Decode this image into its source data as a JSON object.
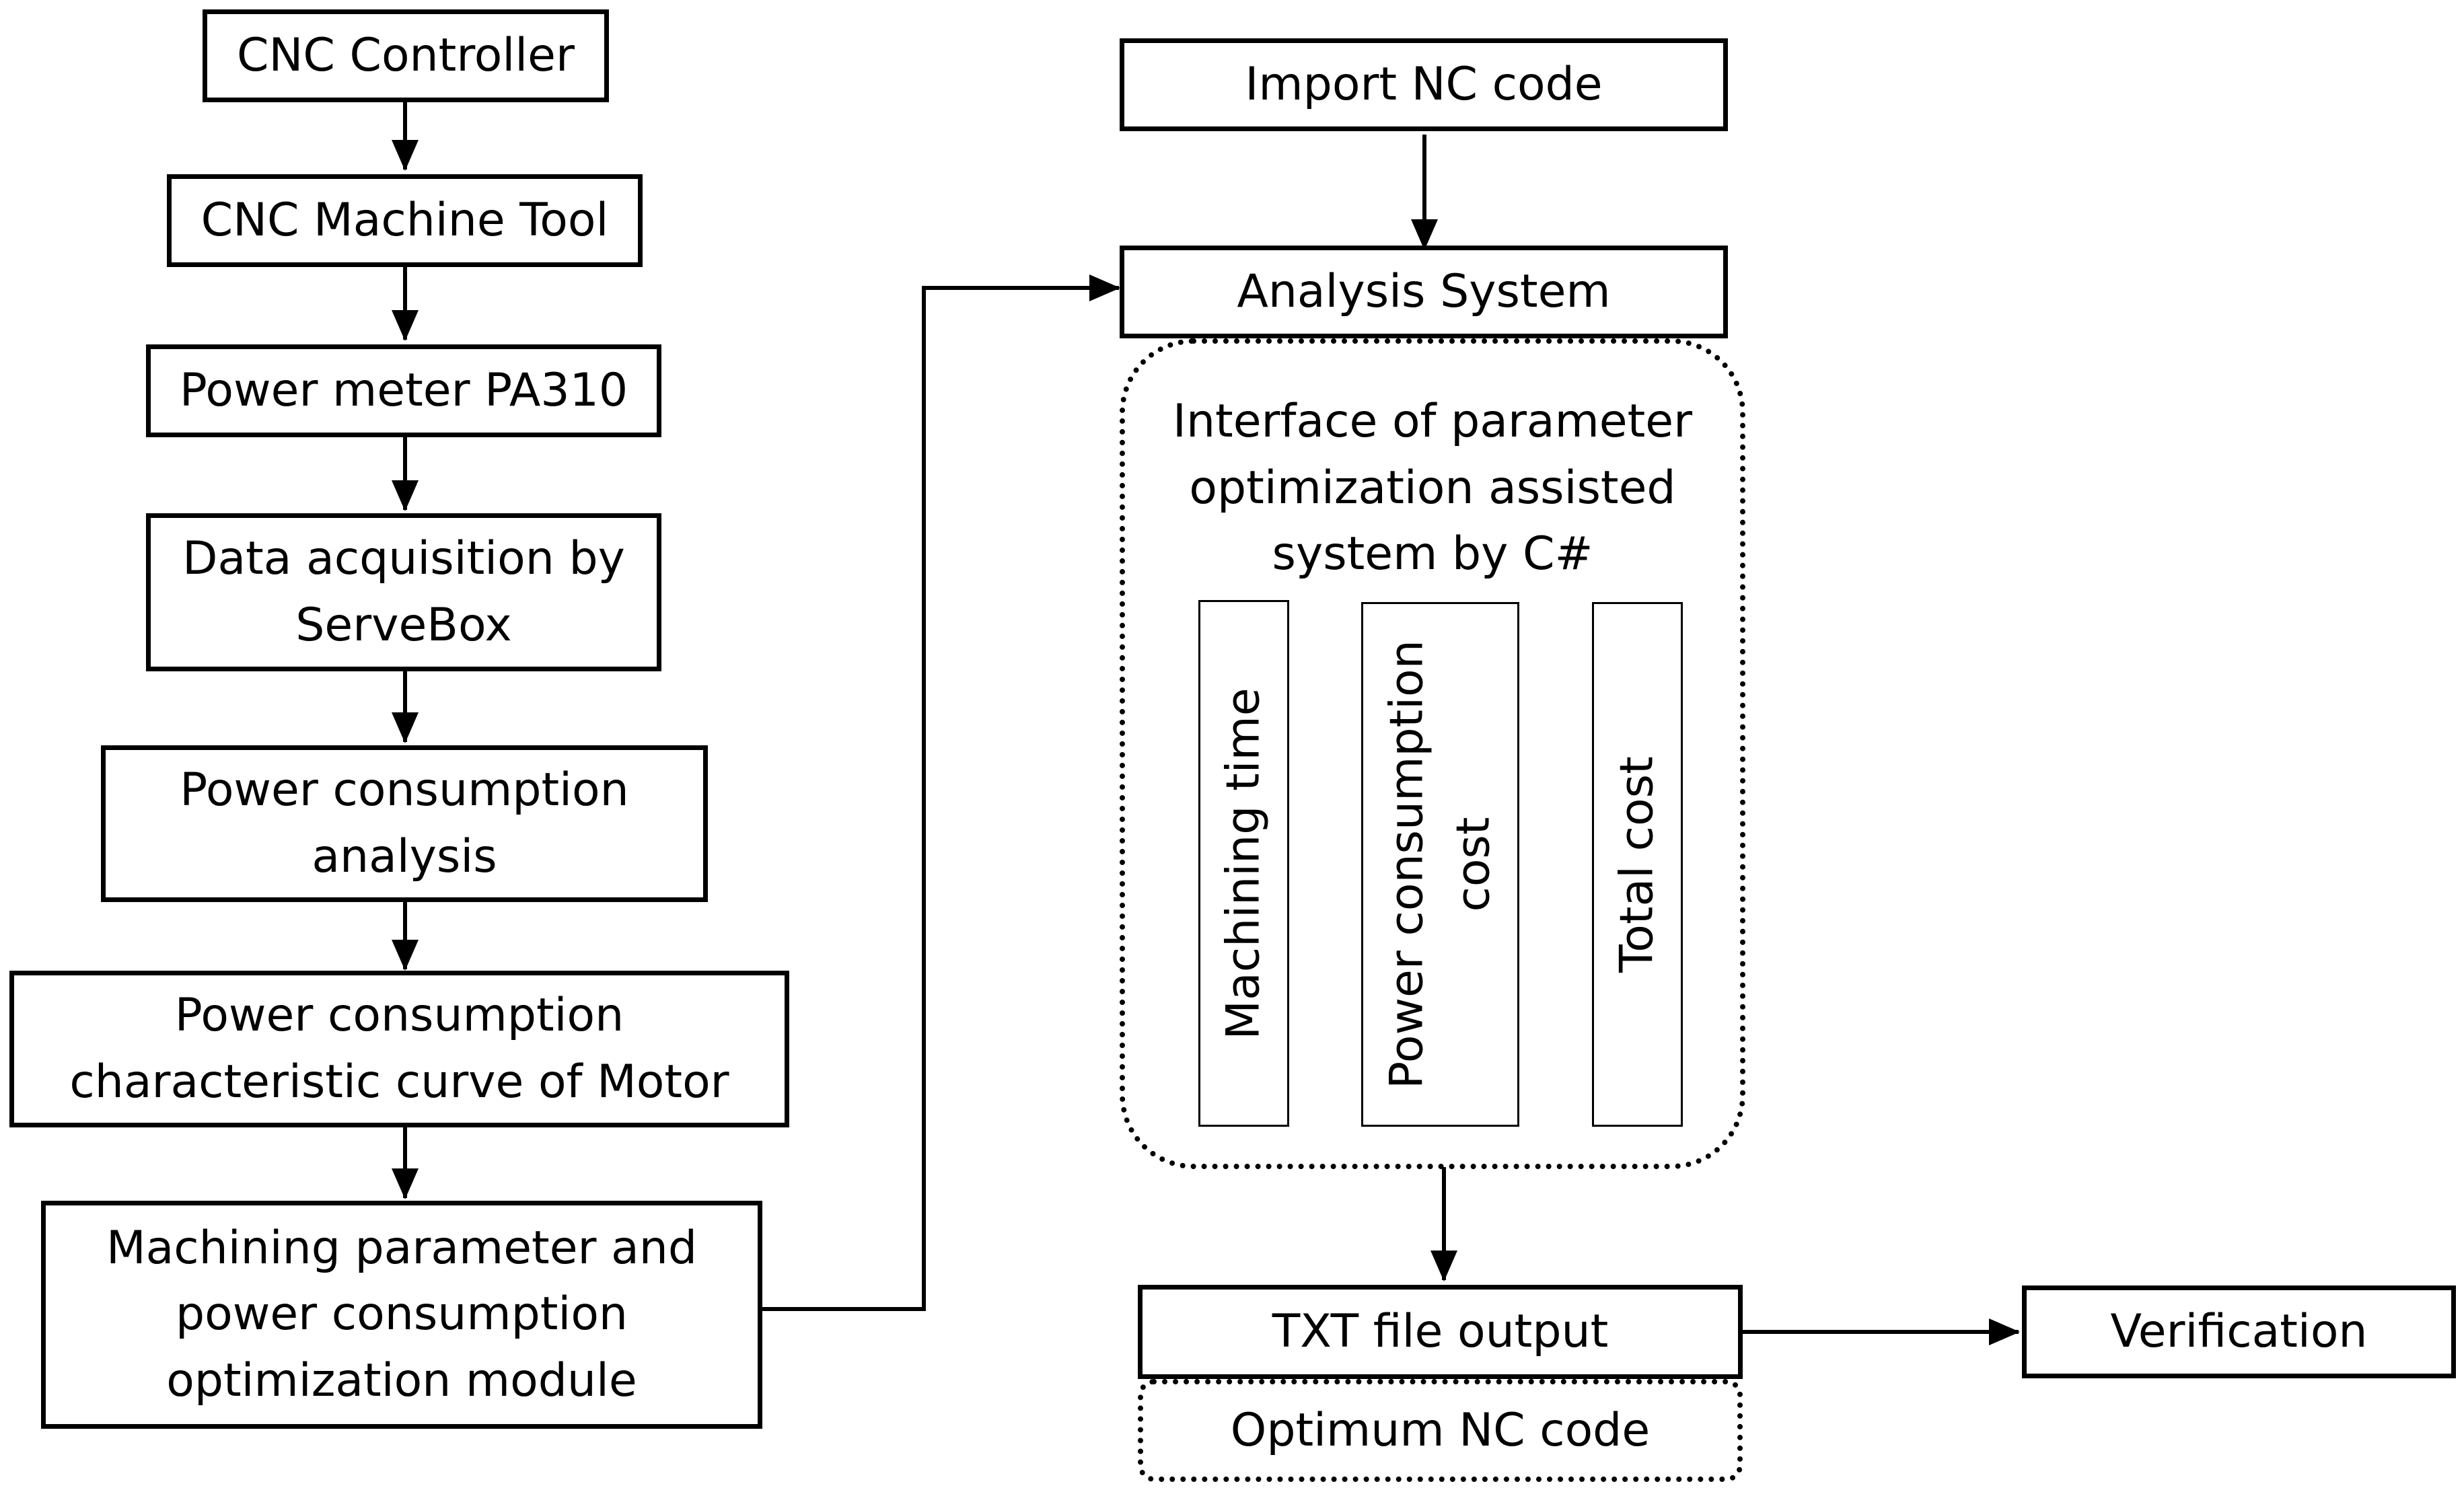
{
  "left_column": {
    "cnc_controller": "CNC Controller",
    "cnc_machine_tool": "CNC Machine Tool",
    "power_meter": "Power meter PA310",
    "data_acquisition_line1": "Data acquisition by",
    "data_acquisition_line2": "ServeBox",
    "power_analysis_line1": "Power consumption",
    "power_analysis_line2": "analysis",
    "characteristic_curve_line1": "Power consumption",
    "characteristic_curve_line2": "characteristic curve of Motor",
    "optimization_module_line1": "Machining parameter and",
    "optimization_module_line2": "power consumption",
    "optimization_module_line3": "optimization module"
  },
  "right_column": {
    "import_nc_code": "Import NC code",
    "analysis_system": "Analysis System",
    "interface": {
      "title_line1": "Interface of parameter",
      "title_line2": "optimization assisted",
      "title_line3": "system by C#",
      "machining_time": "Machining time",
      "power_cost_line1": "Power consumption",
      "power_cost_line2": "cost",
      "total_cost": "Total cost"
    },
    "txt_file_output": "TXT file output",
    "optimum_nc_code": "Optimum NC code",
    "verification": "Verification"
  },
  "colors": {
    "stroke": "#000000",
    "background": "#ffffff"
  }
}
